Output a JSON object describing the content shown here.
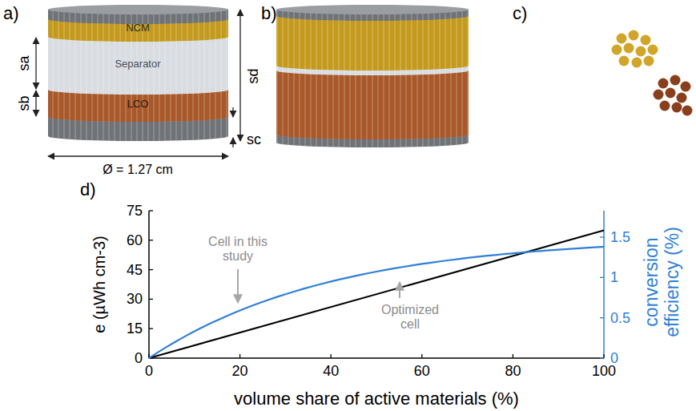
{
  "diagram": {
    "nodes": [
      {
        "text": [
          "NCM"
        ]
      },
      {
        "text": [
          "Separator"
        ]
      },
      {
        "text": [
          "LCO"
        ]
      }
    ],
    "labels": [
      "a)",
      "sa",
      "sb",
      "sc",
      "sd",
      "Ø = 1.27 cm",
      "b)",
      "c)",
      "d)",
      "0",
      "15",
      "30",
      "45",
      "60",
      "75",
      "0",
      "0.5",
      "1",
      "1.5",
      "0",
      "20",
      "40",
      "60",
      "80",
      "100",
      "e (µWh cm-3)",
      "conversion efficiency (%)",
      "volume share of active materials (%)",
      "Cell in this study",
      "Optimized cell"
    ]
  }
}
